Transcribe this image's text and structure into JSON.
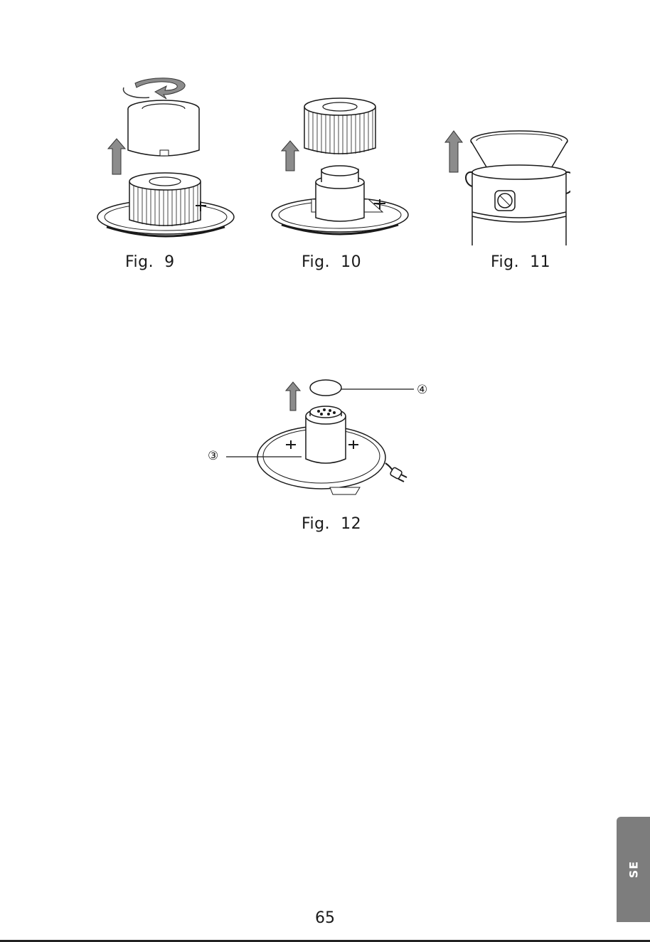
{
  "figures": [
    {
      "caption": "Fig.  9"
    },
    {
      "caption": "Fig.  10"
    },
    {
      "caption": "Fig.  11"
    },
    {
      "caption": "Fig.  12"
    }
  ],
  "callouts": {
    "item3": "③",
    "item4": "④"
  },
  "side_tab": {
    "label": "SE"
  },
  "page_number": "65",
  "colors": {
    "arrow": "#8c8c8c",
    "tab": "#7d7d7d",
    "stroke": "#1a1a1a"
  }
}
